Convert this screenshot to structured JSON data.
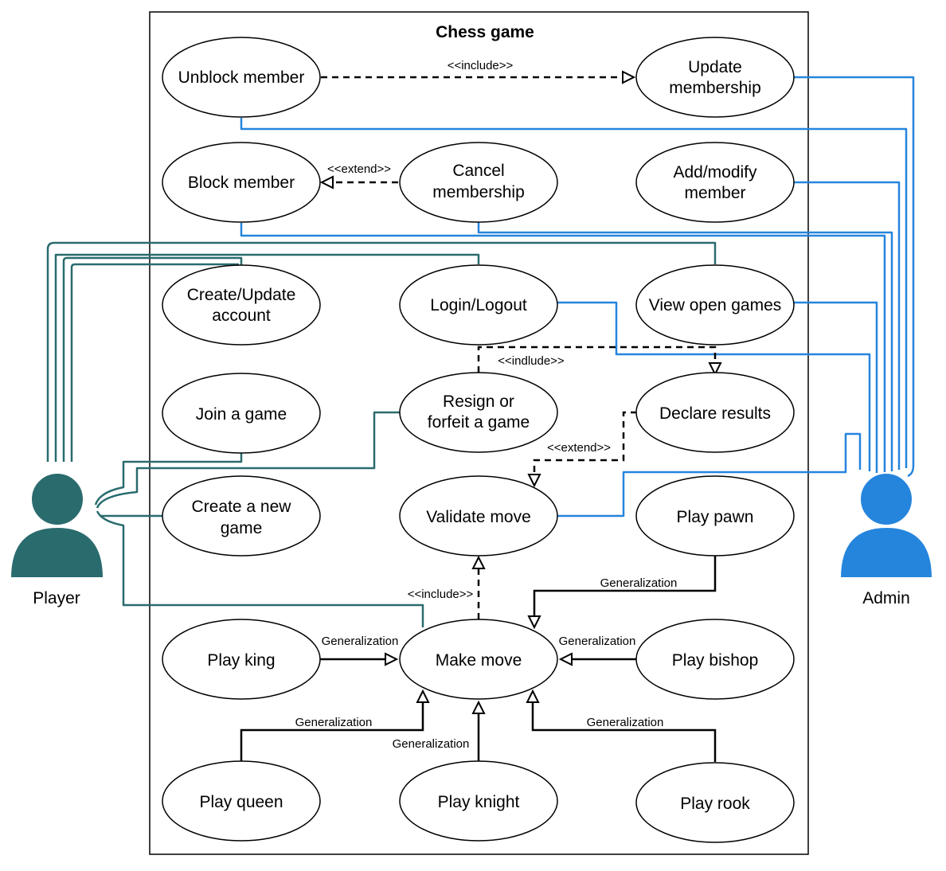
{
  "system": {
    "title": "Chess game"
  },
  "colors": {
    "player": "#2a6b6e",
    "admin": "#2585dd",
    "stroke": "#000000",
    "background": "#ffffff"
  },
  "actors": {
    "player": {
      "label": "Player",
      "icon": "person-icon"
    },
    "admin": {
      "label": "Admin",
      "icon": "person-icon"
    }
  },
  "use_cases": {
    "unblock": [
      "Unblock member"
    ],
    "update_membership": [
      "Update",
      "membership"
    ],
    "block": [
      "Block member"
    ],
    "cancel_membership": [
      "Cancel",
      "membership"
    ],
    "add_modify": [
      "Add/modify",
      "member"
    ],
    "create_account": [
      "Create/Update",
      "account"
    ],
    "login": [
      "Login/Logout"
    ],
    "view_open": [
      "View open games"
    ],
    "join": [
      "Join a game"
    ],
    "resign": [
      "Resign or",
      "forfeit a game"
    ],
    "declare": [
      "Declare results"
    ],
    "create_game": [
      "Create a new",
      "game"
    ],
    "validate": [
      "Validate move"
    ],
    "pawn": [
      "Play pawn"
    ],
    "king": [
      "Play king"
    ],
    "make_move": [
      "Make move"
    ],
    "bishop": [
      "Play bishop"
    ],
    "queen": [
      "Play queen"
    ],
    "knight": [
      "Play knight"
    ],
    "rook": [
      "Play rook"
    ]
  },
  "relation_labels": {
    "include_unblock": "<<include>>",
    "extend_cancel": "<<extend>>",
    "include_resign": "<<indlude>>",
    "extend_declare": "<<extend>>",
    "include_make": "<<include>>",
    "gen_pawn": "Generalization",
    "gen_king": "Generalization",
    "gen_bishop": "Generalization",
    "gen_queen": "Generalization",
    "gen_knight": "Generalization",
    "gen_rook": "Generalization"
  }
}
